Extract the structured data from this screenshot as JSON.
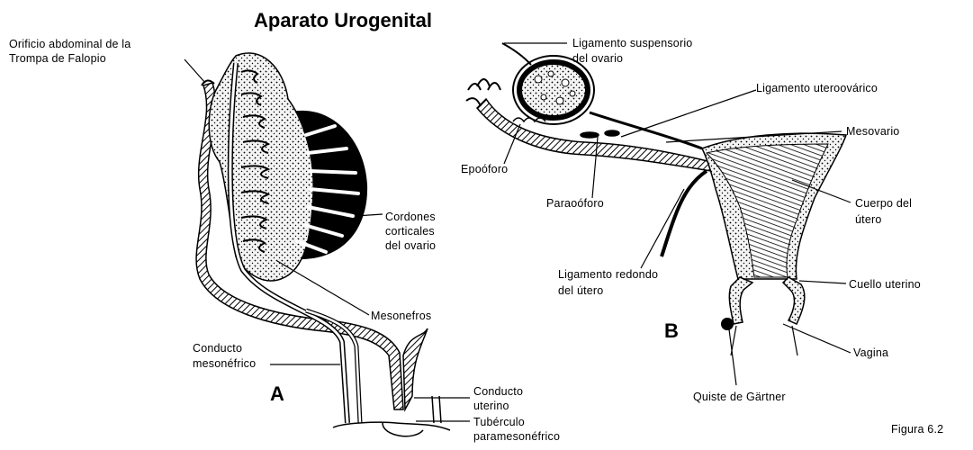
{
  "title": "Aparato Urogenital",
  "panel_a": {
    "letter": "A",
    "labels": {
      "orificio_1": "Orificio abdominal de la",
      "orificio_2": "Trompa de Falopio",
      "cordones_1": "Cordones",
      "cordones_2": "corticales",
      "cordones_3": "del ovario",
      "mesonefros": "Mesonefros",
      "conducto_mes_1": "Conducto",
      "conducto_mes_2": "mesonéfrico",
      "conducto_ut_1": "Conducto",
      "conducto_ut_2": "uterino",
      "tuberculo_1": "Tubérculo",
      "tuberculo_2": "paramesonéfrico"
    }
  },
  "panel_b": {
    "letter": "B",
    "labels": {
      "lig_susp_1": "Ligamento suspensorio",
      "lig_susp_2": "del ovario",
      "lig_utero": "Ligamento uteroovárico",
      "mesovario": "Mesovario",
      "epooforo": "Epoóforo",
      "paraooforo": "Paraoóforo",
      "cuerpo_1": "Cuerpo del",
      "cuerpo_2": "útero",
      "lig_redondo_1": "Ligamento redondo",
      "lig_redondo_2": "del útero",
      "cuello": "Cuello uterino",
      "vagina": "Vagina",
      "quiste": "Quiste de Gärtner"
    }
  },
  "figure_label": "Figura 6.2"
}
